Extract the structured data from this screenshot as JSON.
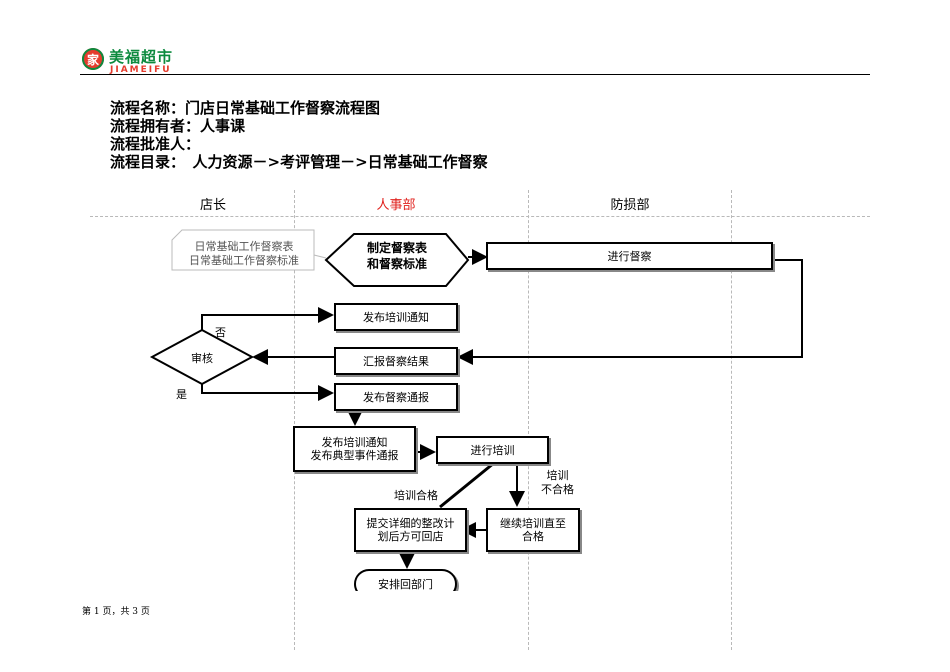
{
  "logo": {
    "mark": "家",
    "name_cn": "美福超市",
    "name_en": "JIAMEIFU"
  },
  "meta": {
    "name": "流程名称：门店日常基础工作督察流程图",
    "owner": "流程拥有者：人事课",
    "approver": "流程批准人：",
    "catalog": "流程目录：　人力资源－>考评管理－>日常基础工作督察"
  },
  "lanes": [
    {
      "label": "店长",
      "color": "#000000"
    },
    {
      "label": "人事部",
      "color": "#e0211d"
    },
    {
      "label": "防损部",
      "color": "#000000"
    }
  ],
  "note": {
    "line1": "日常基础工作督察表",
    "line2": "日常基础工作督察标准"
  },
  "nodes": {
    "make_form": {
      "line1": "制定督察表",
      "line2": "和督察标准"
    },
    "inspect": "进行督察",
    "training_notice": "发布培训通知",
    "review": "审核",
    "report_results": "汇报督察结果",
    "inspection_bulletin": "发布督察通报",
    "notice_typical": {
      "line1": "发布培训通知",
      "line2": "发布典型事件通报"
    },
    "training": "进行培训",
    "rectification": {
      "line1": "提交详细的整改计",
      "line2": "划后方可回店"
    },
    "continue_training": {
      "line1": "继续培训直至",
      "line2": "合格"
    },
    "arrange_return": "安排回部门"
  },
  "edge_labels": {
    "no": "否",
    "yes": "是",
    "pass": "培训合格",
    "fail_1": "培训",
    "fail_2": "不合格"
  },
  "footer": "第 1 页，共 3 页"
}
